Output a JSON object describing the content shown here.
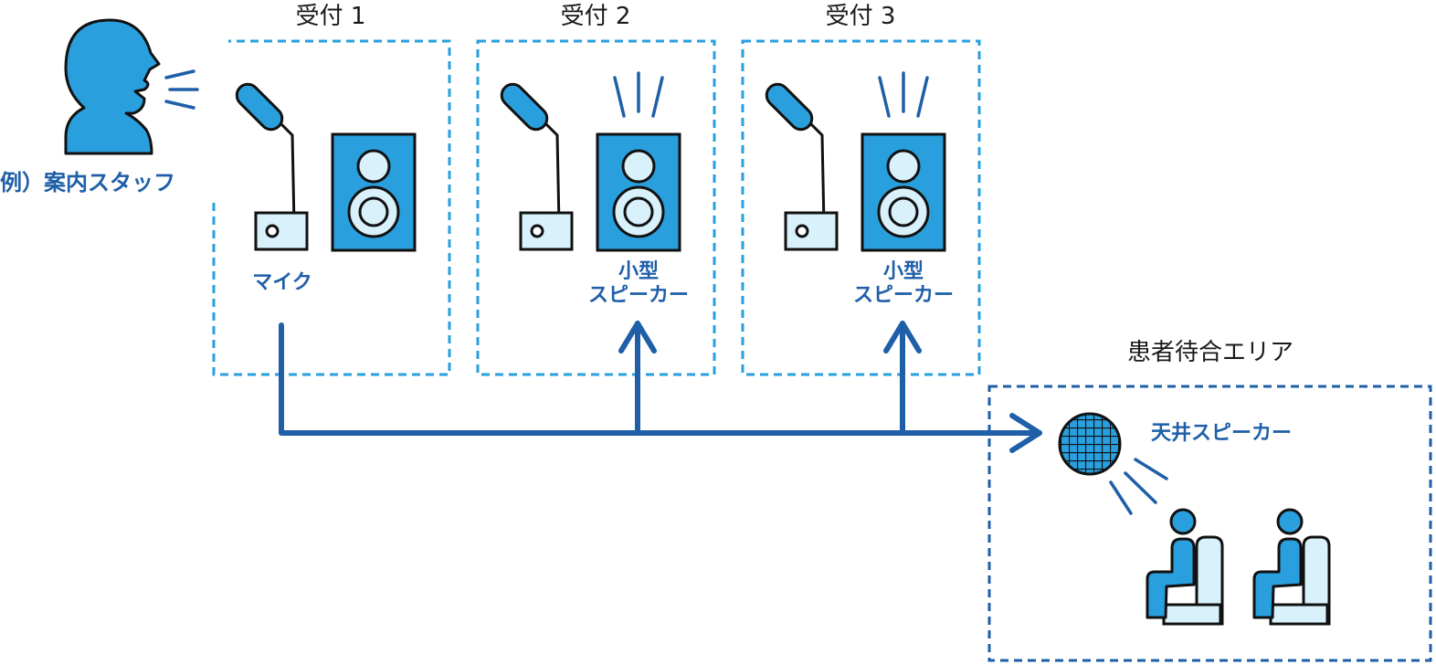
{
  "staff": {
    "label": "例）案内スタッフ"
  },
  "counters": [
    {
      "title": "受付 1",
      "device_label": "マイク"
    },
    {
      "title": "受付 2",
      "device_label_line1": "小型",
      "device_label_line2": "スピーカー"
    },
    {
      "title": "受付 3",
      "device_label_line1": "小型",
      "device_label_line2": "スピーカー"
    }
  ],
  "waiting_area": {
    "title": "患者待合エリア",
    "speaker_label": "天井スピーカー"
  },
  "colors": {
    "primary_blue": "#2a9fdd",
    "dark_blue": "#1f5fa8",
    "light_blue": "#d9f1fb",
    "outline": "#111111"
  }
}
